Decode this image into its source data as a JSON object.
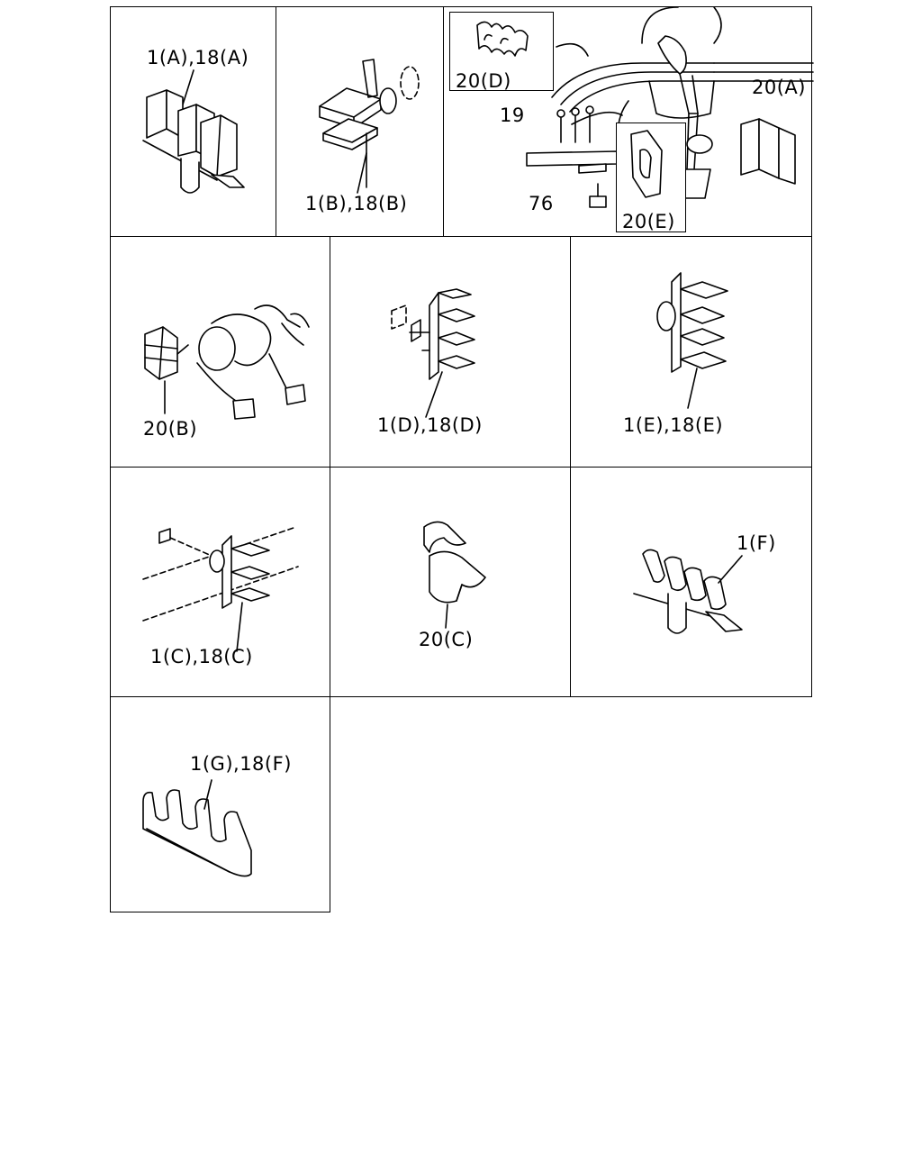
{
  "labels": {
    "a": "1(A),18(A)",
    "b": "1(B),18(B)",
    "c": "1(C),18(C)",
    "d": "1(D),18(D)",
    "e": "1(E),18(E)",
    "f": "1(F)",
    "g": "1(G),18(F)",
    "clip_20a": "20(A)",
    "clip_20b": "20(B)",
    "clip_20c": "20(C)",
    "clip_20d": "20(D)",
    "clip_20e": "20(E)",
    "part_19": "19",
    "part_76": "76"
  }
}
